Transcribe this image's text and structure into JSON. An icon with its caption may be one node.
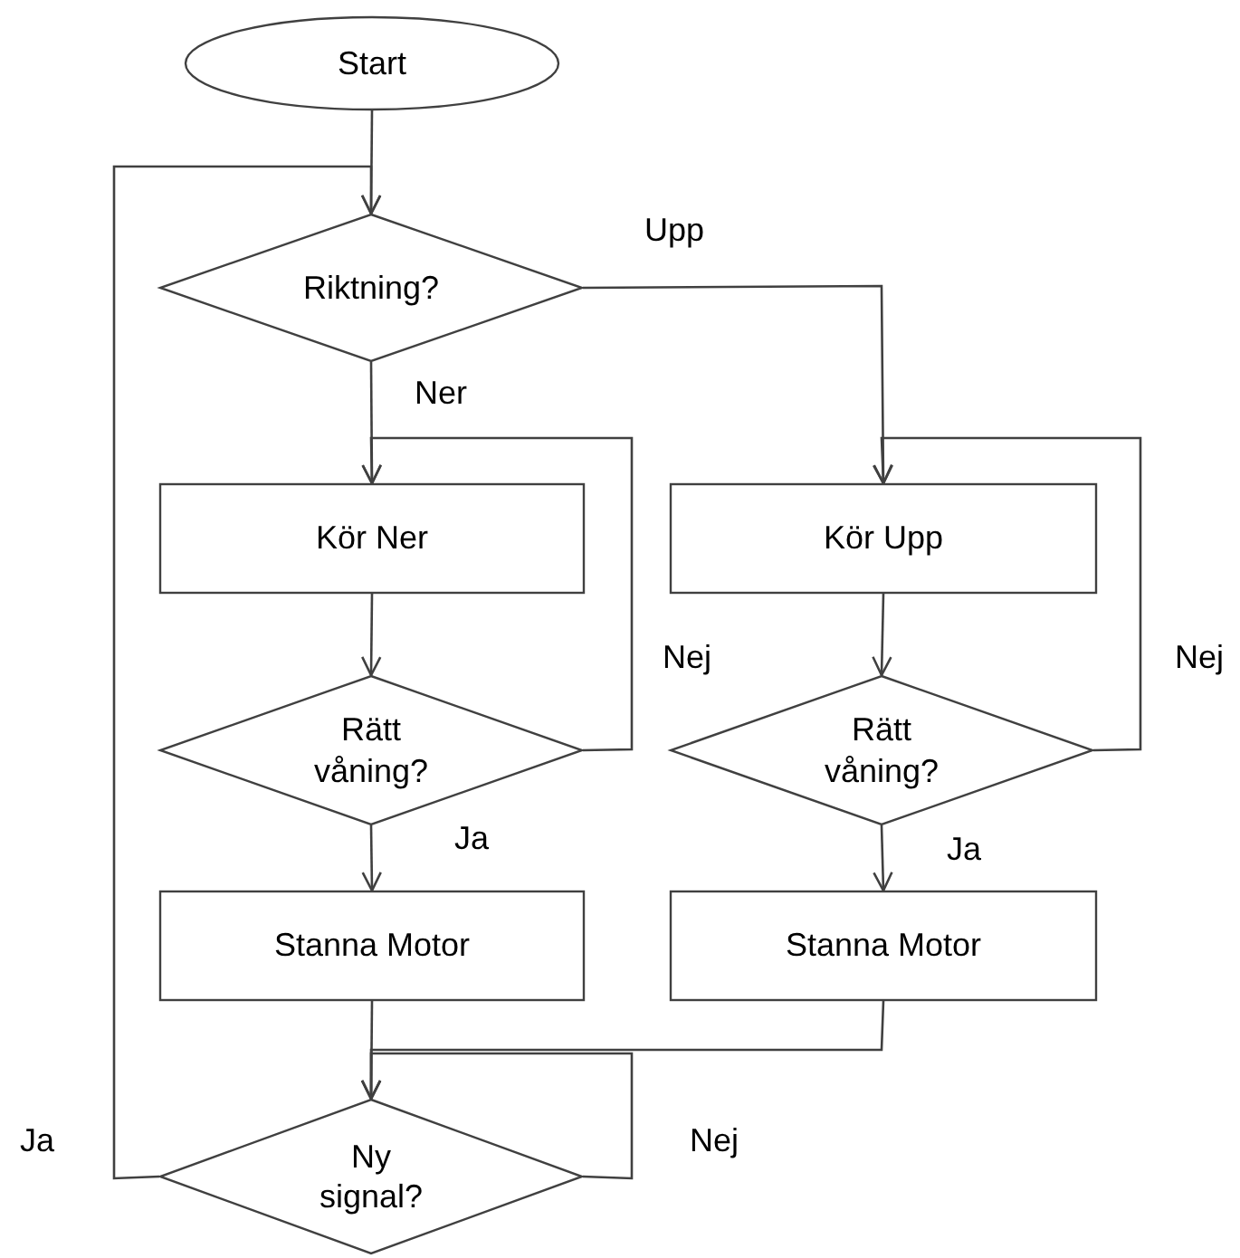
{
  "diagram": {
    "nodes": [
      {
        "text": [
          "Start"
        ]
      },
      {
        "text": [
          "Riktning?"
        ]
      },
      {
        "text": [
          "Kör Ner"
        ]
      },
      {
        "text": [
          "Kör Upp"
        ]
      },
      {
        "text": [
          "Rätt våning?"
        ]
      },
      {
        "text": [
          "Rätt våning?"
        ]
      },
      {
        "text": [
          "Stanna Motor"
        ]
      },
      {
        "text": [
          "Stanna Motor"
        ]
      },
      {
        "text": [
          "Ny signal?"
        ]
      }
    ],
    "edges": [
      {
        "from": 0,
        "to": 1,
        "arrow": "to"
      },
      {
        "from": 1,
        "to": 2,
        "arrow": "to",
        "label": "Ner"
      },
      {
        "from": 1,
        "to": 3,
        "arrow": "to",
        "label": "Upp"
      },
      {
        "from": 2,
        "to": 4,
        "arrow": "to"
      },
      {
        "from": 4,
        "to": 2,
        "arrow": "to",
        "label": "Nej"
      },
      {
        "from": 4,
        "to": 6,
        "arrow": "to",
        "label": "Ja"
      },
      {
        "from": 3,
        "to": 5,
        "arrow": "to"
      },
      {
        "from": 5,
        "to": 3,
        "arrow": "to",
        "label": "Nej"
      },
      {
        "from": 5,
        "to": 7,
        "arrow": "to",
        "label": "Ja"
      },
      {
        "from": 6,
        "to": 8,
        "arrow": "to"
      },
      {
        "from": 7,
        "to": 8,
        "arrow": "to"
      },
      {
        "from": 8,
        "to": 8,
        "arrow": "to",
        "label": "Nej"
      },
      {
        "from": 8,
        "to": 1,
        "arrow": "to",
        "label": "Ja"
      }
    ]
  }
}
